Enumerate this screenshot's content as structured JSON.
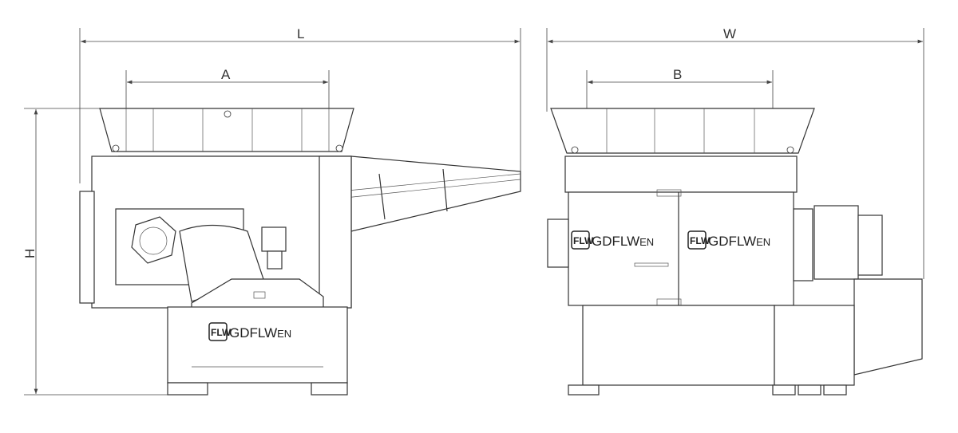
{
  "dimensions": {
    "L": "L",
    "A": "A",
    "H": "H",
    "W": "W",
    "B": "B"
  },
  "brand": {
    "logo_text": "FLW",
    "name": "GDFLW",
    "name_suffix": "EN"
  }
}
